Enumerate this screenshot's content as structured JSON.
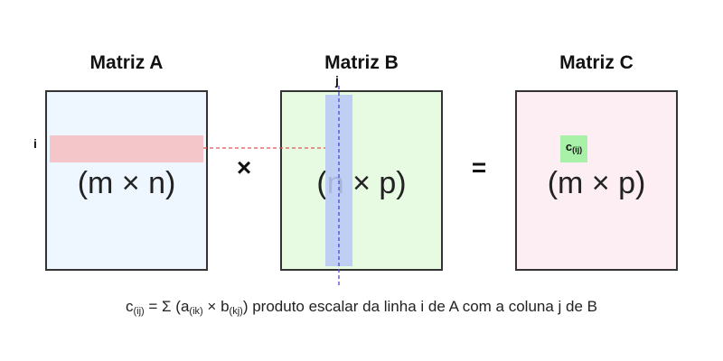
{
  "matrices": [
    {
      "title": "Matriz A",
      "dims": "(m × n)",
      "fill": "#eef6ff"
    },
    {
      "title": "Matriz B",
      "dims": "(n × p)",
      "fill": "#e6fbe2"
    },
    {
      "title": "Matriz C",
      "dims": "(m × p)",
      "fill": "#fdeef3"
    }
  ],
  "operators": {
    "multiply": "×",
    "equals": "="
  },
  "indices": {
    "row": "i",
    "column": "j"
  },
  "element": {
    "base": "c",
    "sub": "(ij)"
  },
  "formula": {
    "c": "c",
    "c_sub": "(ij)",
    "eq_sum": " = Σ (a",
    "a_sub": "(ik)",
    "times_b": " × b",
    "b_sub": "(kj)",
    "rest": ") produto escalar da linha i de A com a coluna j de B"
  },
  "colors": {
    "row_highlight": "#f5c6c9",
    "column_highlight": "#b9c8f5",
    "element_highlight": "#a9f0a9",
    "row_dashed_line": "#e05555",
    "column_dashed_line": "#4a4ad6"
  }
}
